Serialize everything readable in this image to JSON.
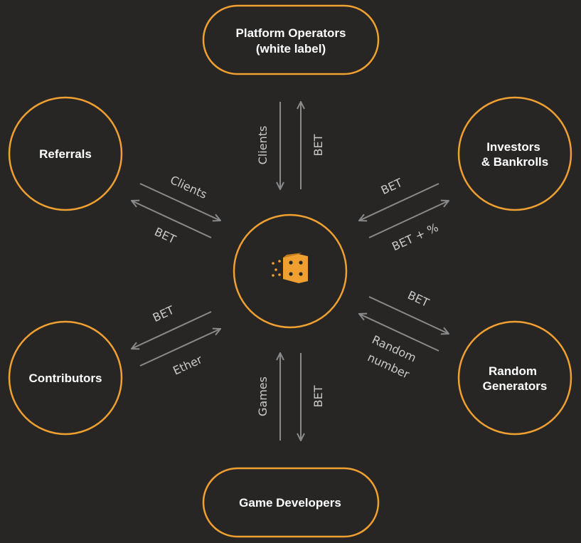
{
  "colors": {
    "background": "#272625",
    "accent": "#f0a030",
    "arrow": "#8a8a8a",
    "node_text": "#ffffff",
    "flow_text": "#c9c9c9"
  },
  "center": {
    "icon": "dice-icon"
  },
  "nodes": {
    "platform_operators": {
      "line1": "Platform Operators",
      "line2": "(white label)"
    },
    "referrals": {
      "line1": "Referrals"
    },
    "investors": {
      "line1": "Investors",
      "line2": "& Bankrolls"
    },
    "contributors": {
      "line1": "Contributors"
    },
    "random_generators": {
      "line1": "Random",
      "line2": "Generators"
    },
    "game_developers": {
      "line1": "Game Developers"
    }
  },
  "flows": {
    "platform_in": "Clients",
    "platform_out": "BET",
    "referrals_in": "Clients",
    "referrals_out": "BET",
    "investors_out": "BET",
    "investors_in": "BET + %",
    "contributors_out": "BET",
    "contributors_in": "Ether",
    "random_out": "BET",
    "random_in_line1": "Random",
    "random_in_line2": "number",
    "developers_in": "Games",
    "developers_out": "BET"
  }
}
